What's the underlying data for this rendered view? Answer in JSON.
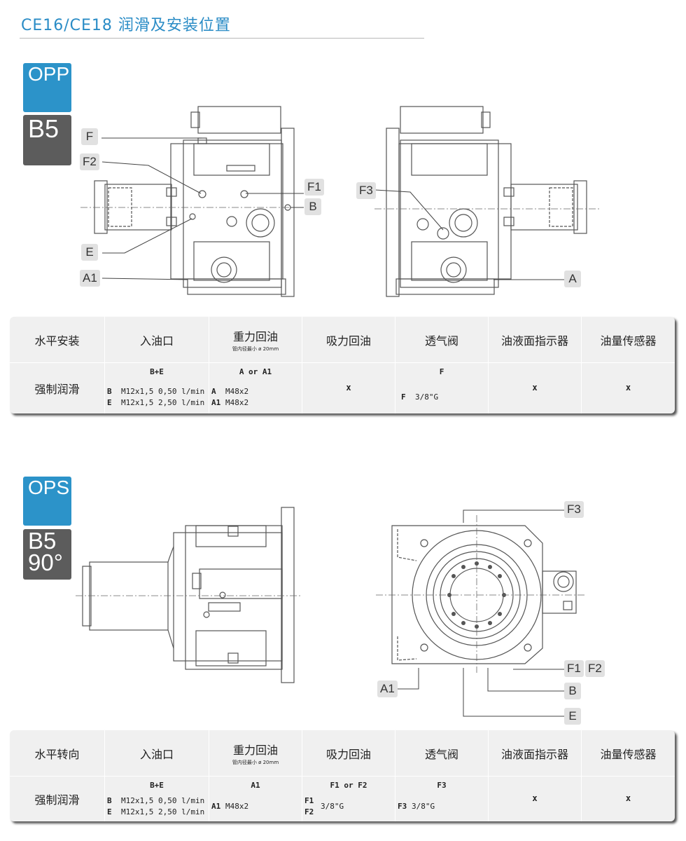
{
  "title": "CE16/CE18 润滑及安装位置",
  "sections": [
    {
      "tag_top": "OPP",
      "tag_bottom_lines": [
        "B5"
      ],
      "callouts": {
        "F": "F",
        "F2": "F2",
        "F1": "F1",
        "B": "B",
        "E": "E",
        "A1": "A1",
        "F3": "F3",
        "A": "A"
      },
      "table": {
        "headers": [
          "水平安装",
          "入油口",
          "重力回油",
          "吸力回油",
          "透气阀",
          "油液面指示器",
          "油量传感器"
        ],
        "header_note": "管内径最小 ø 20mm",
        "row_label": "强制润滑",
        "col_inlet": {
          "title": "B+E",
          "lines": [
            {
              "k": "B",
              "v": "M12x1,5 0,50 l/min"
            },
            {
              "k": "E",
              "v": "M12x1,5 2,50 l/min"
            }
          ]
        },
        "col_gravity": {
          "title": "A or A1",
          "lines": [
            {
              "k": "A",
              "v": "M48x2"
            },
            {
              "k": "A1",
              "v": "M48x2"
            }
          ]
        },
        "col_suction": {
          "x": "x"
        },
        "col_vent": {
          "title": "F",
          "lines": [
            {
              "k": "F",
              "v": "3/8\"G"
            }
          ]
        },
        "col_level": {
          "x": "x"
        },
        "col_sensor": {
          "x": "x"
        }
      }
    },
    {
      "tag_top": "OPS",
      "tag_bottom_lines": [
        "B5",
        "90°"
      ],
      "callouts": {
        "F3": "F3",
        "F1": "F1",
        "F2": "F2",
        "A1": "A1",
        "B": "B",
        "E": "E"
      },
      "table": {
        "headers": [
          "水平转向",
          "入油口",
          "重力回油",
          "吸力回油",
          "透气阀",
          "油液面指示器",
          "油量传感器"
        ],
        "header_note": "管内径最小 ø 20mm",
        "row_label": "强制润滑",
        "col_inlet": {
          "title": "B+E",
          "lines": [
            {
              "k": "B",
              "v": "M12x1,5 0,50 l/min"
            },
            {
              "k": "E",
              "v": "M12x1,5 2,50 l/min"
            }
          ]
        },
        "col_gravity": {
          "title": "A1",
          "lines": [
            {
              "k": "A1",
              "v": "M48x2"
            }
          ]
        },
        "col_suction": {
          "title": "F1 or F2",
          "lines": [
            {
              "k": "F1",
              "v": ""
            },
            {
              "k": "F2",
              "v": "3/8\"G"
            }
          ]
        },
        "col_vent": {
          "title": "F3",
          "lines": [
            {
              "k": "F3",
              "v": "3/8\"G"
            }
          ]
        },
        "col_level": {
          "x": "x"
        },
        "col_sensor": {
          "x": "x"
        }
      }
    }
  ]
}
